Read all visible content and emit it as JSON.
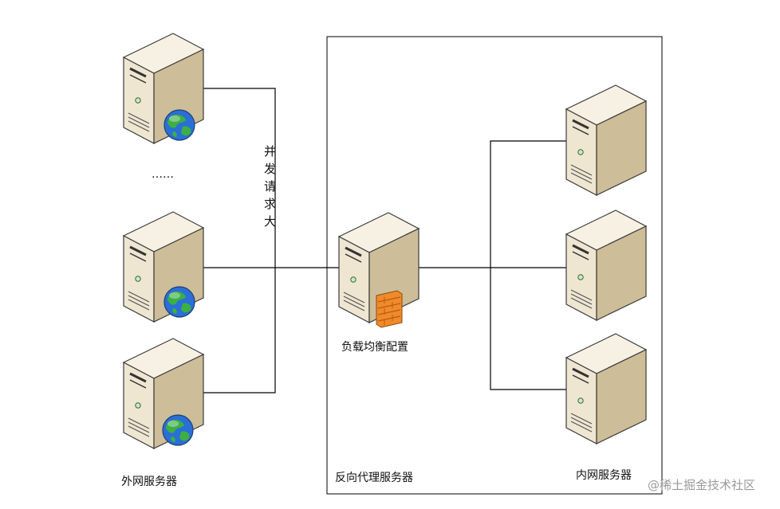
{
  "labels": {
    "external_servers": "外网服务器",
    "reverse_proxy": "反向代理服务器",
    "internal_servers": "内网服务器",
    "load_balance": "负载均衡配置",
    "concurrency": "并发请求大",
    "ellipsis": "……",
    "watermark": "@稀土掘金技术社区"
  },
  "colors": {
    "server_front": "#efe6d2",
    "server_side": "#c9b894",
    "server_top": "#f7f1e4",
    "outline": "#3b3b3b",
    "line": "#000000",
    "globe_blue": "#2a6fd6",
    "globe_green": "#3cb043",
    "firewall_orange": "#f08a2a"
  },
  "icons": {
    "external_server": "server-globe-icon",
    "proxy_server": "server-firewall-icon",
    "internal_server": "server-icon"
  }
}
